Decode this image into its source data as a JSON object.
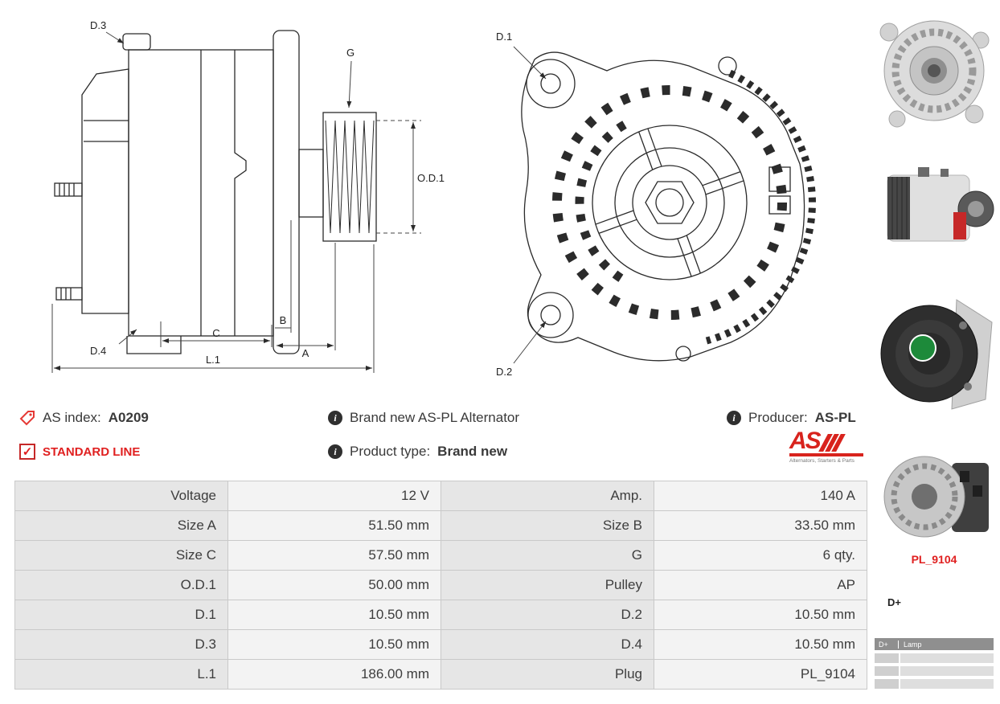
{
  "product": {
    "as_index_label": "AS index:",
    "as_index_value": "A0209",
    "standard_line_label": "STANDARD LINE",
    "description": "Brand new AS-PL Alternator",
    "product_type_label": "Product type:",
    "product_type_value": "Brand new",
    "producer_label": "Producer:",
    "producer_value": "AS-PL"
  },
  "logo": {
    "text": "AS",
    "tagline": "Alternators, Starters & Parts"
  },
  "icons": {
    "info": "i",
    "check": "✓"
  },
  "diagram": {
    "labels": {
      "d1": "D.1",
      "d2": "D.2",
      "d3": "D.3",
      "d4": "D.4",
      "g": "G",
      "od1": "O.D.1",
      "a": "A",
      "b": "B",
      "c": "C",
      "l1": "L.1"
    }
  },
  "sidebar": {
    "plug_code": "PL_9104",
    "terminal": "D+",
    "legend": {
      "col1": "D+",
      "col2": "Lamp"
    }
  },
  "spec_table": {
    "rows": [
      {
        "l1": "Voltage",
        "v1": "12 V",
        "l2": "Amp.",
        "v2": "140 A"
      },
      {
        "l1": "Size A",
        "v1": "51.50 mm",
        "l2": "Size B",
        "v2": "33.50 mm"
      },
      {
        "l1": "Size C",
        "v1": "57.50 mm",
        "l2": "G",
        "v2": "6 qty."
      },
      {
        "l1": "O.D.1",
        "v1": "50.00 mm",
        "l2": "Pulley",
        "v2": "AP"
      },
      {
        "l1": "D.1",
        "v1": "10.50 mm",
        "l2": "D.2",
        "v2": "10.50 mm"
      },
      {
        "l1": "D.3",
        "v1": "10.50 mm",
        "l2": "D.4",
        "v2": "10.50 mm"
      },
      {
        "l1": "L.1",
        "v1": "186.00 mm",
        "l2": "Plug",
        "v2": "PL_9104"
      }
    ]
  },
  "colors": {
    "accent_red": "#e02020",
    "table_label_bg": "#e6e6e6",
    "table_value_bg": "#f3f3f3"
  }
}
